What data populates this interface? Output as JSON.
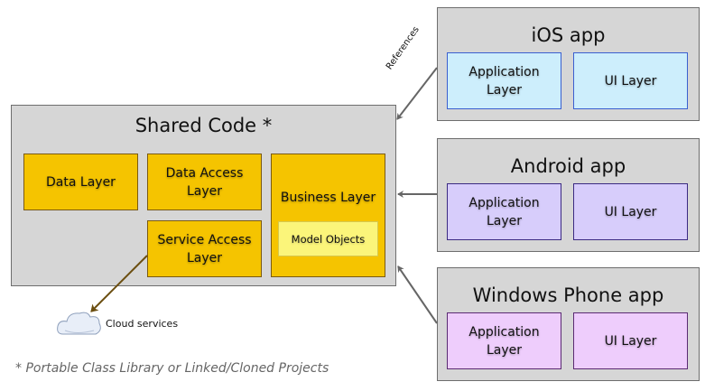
{
  "shared": {
    "title": "Shared Code *",
    "data_layer": "Data Layer",
    "data_access_layer": [
      "Data Access",
      "Layer"
    ],
    "service_access_layer": [
      "Service Access",
      "Layer"
    ],
    "business_layer": "Business Layer",
    "model_objects": "Model Objects"
  },
  "apps": [
    {
      "title": "iOS app",
      "app_layer": [
        "Application",
        "Layer"
      ],
      "ui_layer": "UI Layer"
    },
    {
      "title": "Android app",
      "app_layer": [
        "Application",
        "Layer"
      ],
      "ui_layer": "UI Layer"
    },
    {
      "title": "Windows Phone app",
      "app_layer": [
        "Application",
        "Layer"
      ],
      "ui_layer": "UI Layer"
    }
  ],
  "references_label": "References",
  "cloud_label": "Cloud services",
  "footnote": "* Portable Class Library or Linked/Cloned Projects",
  "colors": {
    "container": "#d6d6d6",
    "shared_layer": "#f5c400",
    "model_objects": "#fbf57a",
    "ios_layer": "#cdeefc",
    "android_layer": "#d7cdfb",
    "windows_layer": "#eecdfc",
    "reference_arrow": "#666666",
    "cloud_arrow": "#6b4e10"
  }
}
